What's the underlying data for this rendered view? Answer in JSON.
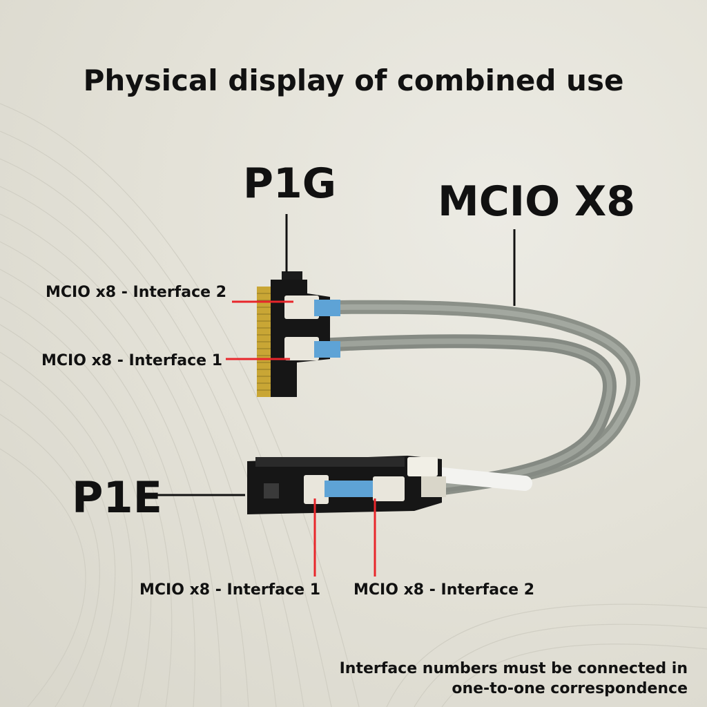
{
  "title": "Physical display of combined use",
  "labels": {
    "p1g": "P1G",
    "mcio_x8": "MCIO X8",
    "p1e": "P1E",
    "p1g_interface_2": "MCIO x8 - Interface 2",
    "p1g_interface_1": "MCIO x8 - Interface 1",
    "p1e_interface_1": "MCIO x8 - Interface 1",
    "p1e_interface_2": "MCIO x8 - Interface 2"
  },
  "note": {
    "line1": "Interface numbers must be connected in",
    "line2": "one-to-one correspondence"
  },
  "colors": {
    "callout_red": "#e8262b",
    "callout_black": "#111111",
    "pcb": "#161616",
    "gold_finger": "#c9a635",
    "cable": "#8b9088"
  }
}
